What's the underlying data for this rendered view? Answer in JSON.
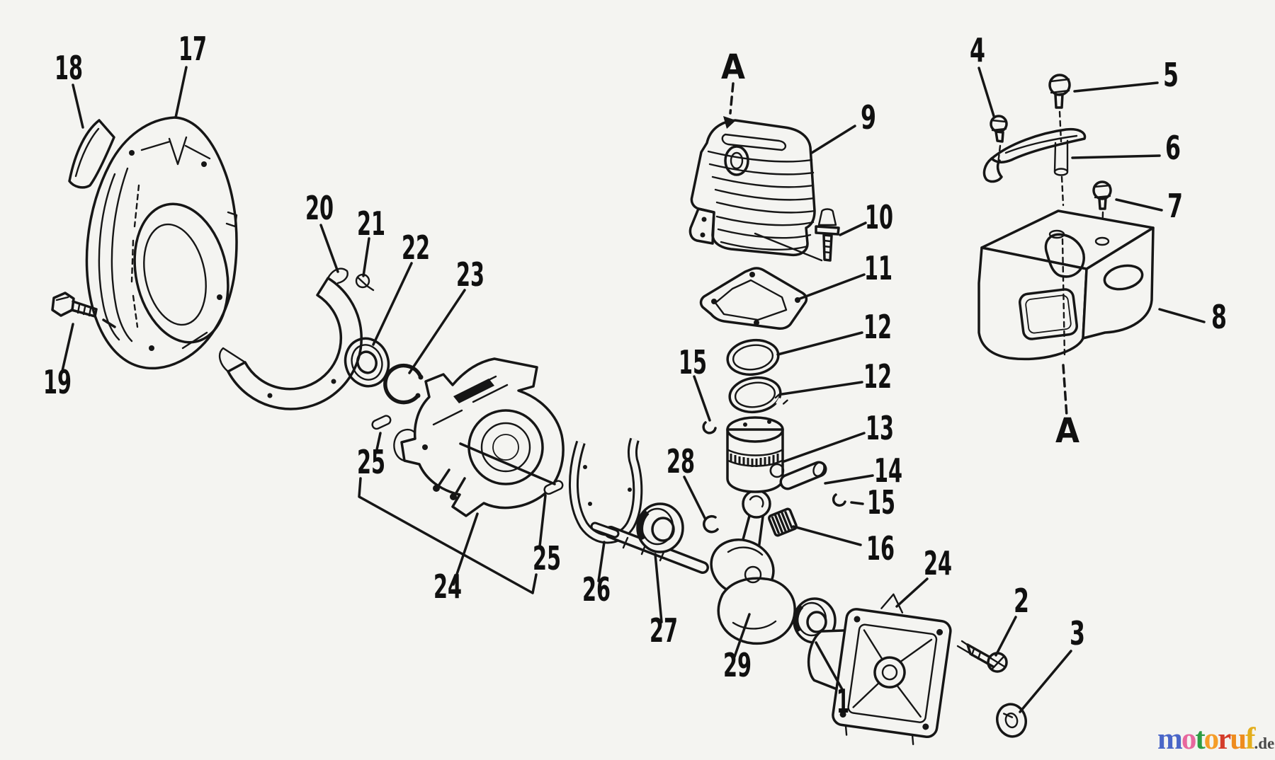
{
  "diagram": {
    "section_markers": [
      {
        "label": "A"
      },
      {
        "label": "A"
      }
    ],
    "labels": [
      {
        "num": "17"
      },
      {
        "num": "18"
      },
      {
        "num": "19"
      },
      {
        "num": "20"
      },
      {
        "num": "21"
      },
      {
        "num": "22"
      },
      {
        "num": "23"
      },
      {
        "num": "25"
      },
      {
        "num": "24"
      },
      {
        "num": "25"
      },
      {
        "num": "26"
      },
      {
        "num": "27"
      },
      {
        "num": "28"
      },
      {
        "num": "29"
      },
      {
        "num": "1"
      },
      {
        "num": "24"
      },
      {
        "num": "2"
      },
      {
        "num": "3"
      },
      {
        "num": "9"
      },
      {
        "num": "10"
      },
      {
        "num": "11"
      },
      {
        "num": "12"
      },
      {
        "num": "12"
      },
      {
        "num": "13"
      },
      {
        "num": "14"
      },
      {
        "num": "15"
      },
      {
        "num": "15"
      },
      {
        "num": "16"
      },
      {
        "num": "4"
      },
      {
        "num": "5"
      },
      {
        "num": "6"
      },
      {
        "num": "7"
      },
      {
        "num": "8"
      }
    ]
  },
  "watermark": {
    "letters": [
      {
        "ch": "m",
        "color": "#4a66c8"
      },
      {
        "ch": "o",
        "color": "#e8679e"
      },
      {
        "ch": "t",
        "color": "#2d9c43"
      },
      {
        "ch": "o",
        "color": "#f59d28"
      },
      {
        "ch": "r",
        "color": "#d43d2a"
      },
      {
        "ch": "u",
        "color": "#ee8c1f"
      },
      {
        "ch": "f",
        "color": "#e3ae1c"
      }
    ],
    "suffix": ".de"
  }
}
